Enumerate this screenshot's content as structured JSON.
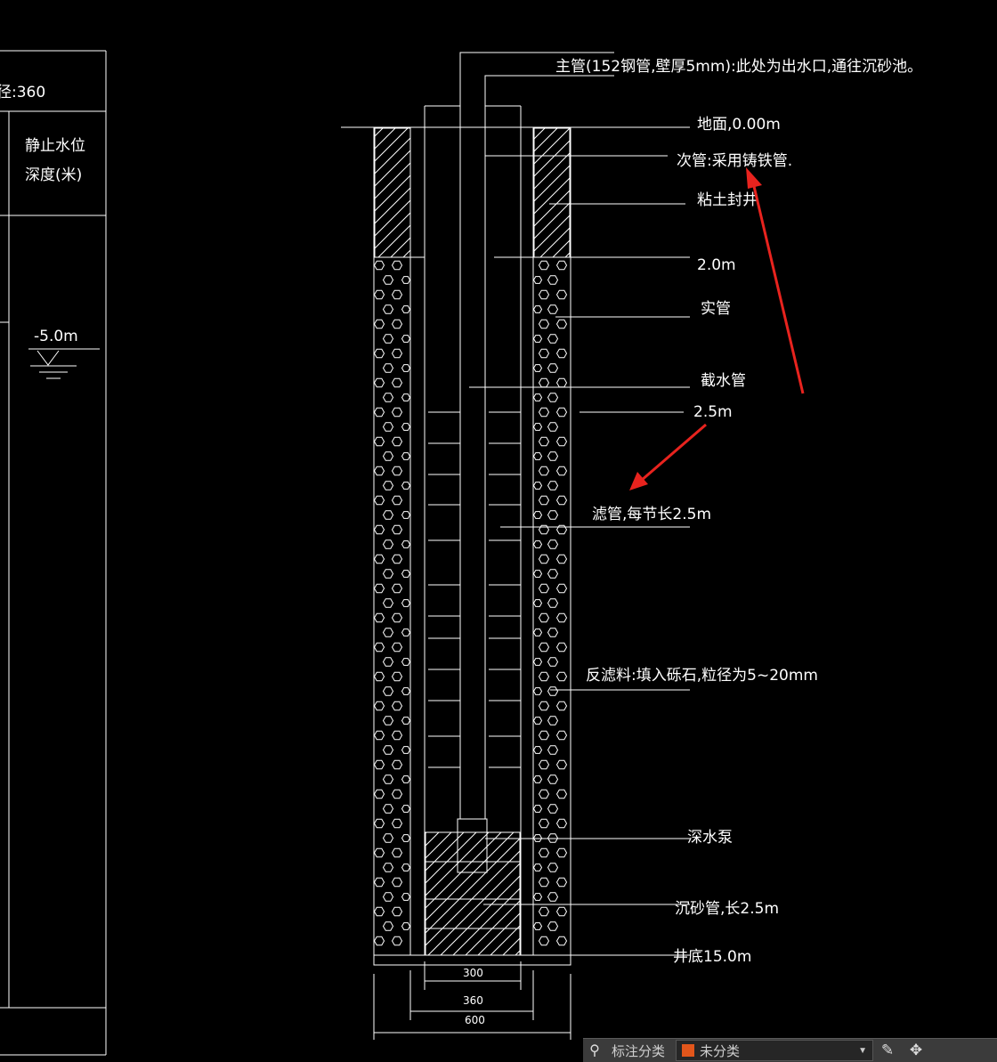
{
  "left_table": {
    "header_value": "径:360",
    "column_title_line1": "静止水位",
    "column_title_line2": "深度(米)",
    "water_level": "-5.0m"
  },
  "annotations": {
    "main_pipe": "主管(152钢管,壁厚5mm):此处为出水口,通往沉砂池。",
    "ground": "地面,0.00m",
    "secondary_pipe": "次管:采用铸铁管.",
    "clay_seal": "粘土封井",
    "depth_2": "2.0m",
    "solid_pipe": "实管",
    "water_stop_pipe": "截水管",
    "depth_2_5": "2.5m",
    "filter_pipe": "滤管,每节长2.5m",
    "backfill": "反滤料:填入砾石,粒径为5~20mm",
    "pump": "深水泵",
    "sand_pipe": "沉砂管,长2.5m",
    "bottom": "井底15.0m"
  },
  "dimensions": {
    "d300": "300",
    "d360": "360",
    "d600": "600"
  },
  "status_bar": {
    "label": "标注分类",
    "category": "未分类",
    "color": "#e2561b"
  },
  "colors": {
    "line": "#ffffff",
    "arrow": "#e8231e",
    "background": "#000000"
  }
}
